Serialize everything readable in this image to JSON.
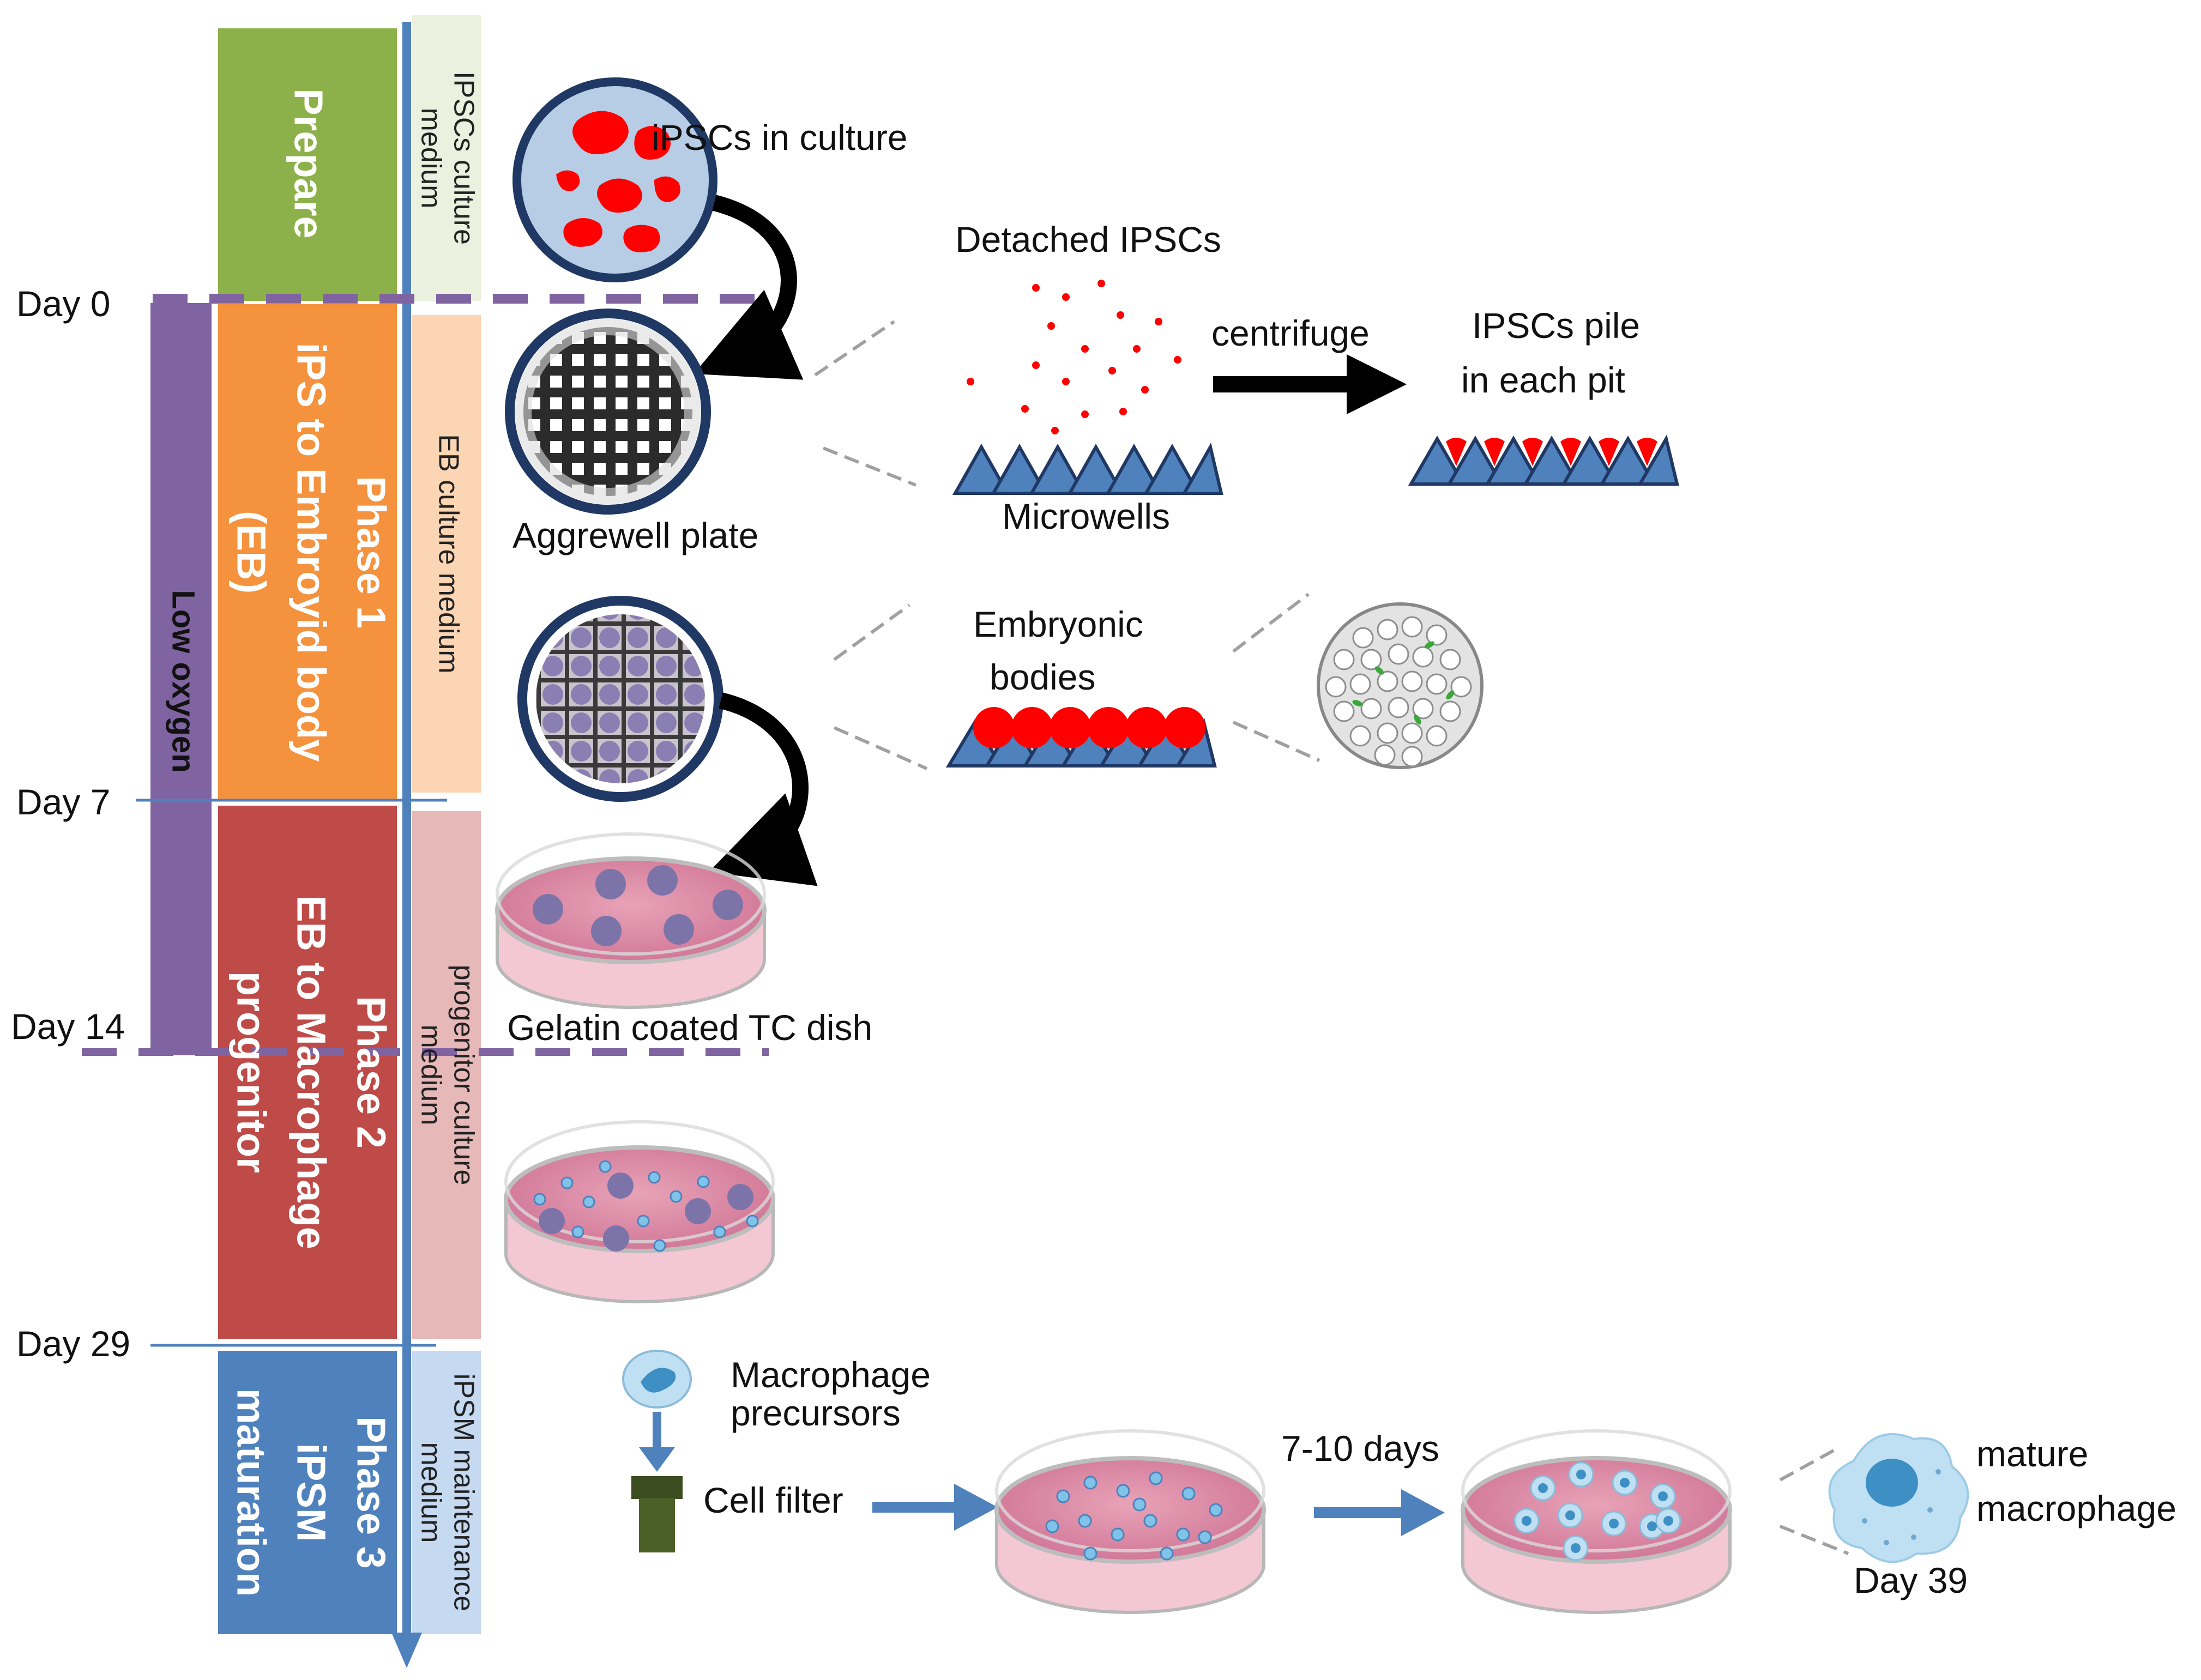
{
  "timeline": {
    "days": [
      "Day 0",
      "Day 7",
      "Day 14",
      "Day 29",
      "Day 39"
    ],
    "low_oxygen": "Low oxygen"
  },
  "phases": {
    "prepare": "Prepare",
    "phase1": [
      "Phase 1",
      "iPS to Embroyid body",
      "(EB)"
    ],
    "phase2": [
      "Phase 2",
      "EB to Macrophage",
      "progenitor"
    ],
    "phase3": [
      "Phase 3",
      "iPSM",
      "maturation"
    ]
  },
  "media": {
    "ipsc": [
      "IPSCs culture",
      "medium"
    ],
    "eb": "EB culture medium",
    "progenitor": [
      "progenitor culture",
      "medium"
    ],
    "ipsm": [
      "iPSM maintenance",
      "medium"
    ]
  },
  "labels": {
    "ipscs_in_culture": "iPSCs in culture",
    "detached_ipscs": "Detached IPSCs",
    "centrifuge": "centrifuge",
    "ipscs_pile": [
      "IPSCs pile",
      "in each pit"
    ],
    "microwells": "Microwells",
    "aggrewell_plate": "Aggrewell plate",
    "embryonic_bodies": [
      "Embryonic",
      "bodies"
    ],
    "gelatin_dish": "Gelatin coated TC dish",
    "macrophage_precursors": [
      "Macrophage",
      "precursors"
    ],
    "cell_filter": "Cell filter",
    "seven_ten_days": "7-10 days",
    "mature_macrophage": [
      "mature",
      "macrophage"
    ]
  },
  "colors": {
    "prepare": "#8db14a",
    "phase1": "#f4923e",
    "phase2": "#be4b48",
    "phase3": "#4f81bd",
    "low_oxygen": "#8064a2",
    "ipsc_medium": "#ebf1de",
    "eb_medium": "#fcd5b4",
    "progenitor_medium": "#e6b9b8",
    "ipsm_medium": "#c5d9f1",
    "timeline": "#4f81bd",
    "cells_red": "#ff0000",
    "dish_pink": "#d8819c"
  }
}
